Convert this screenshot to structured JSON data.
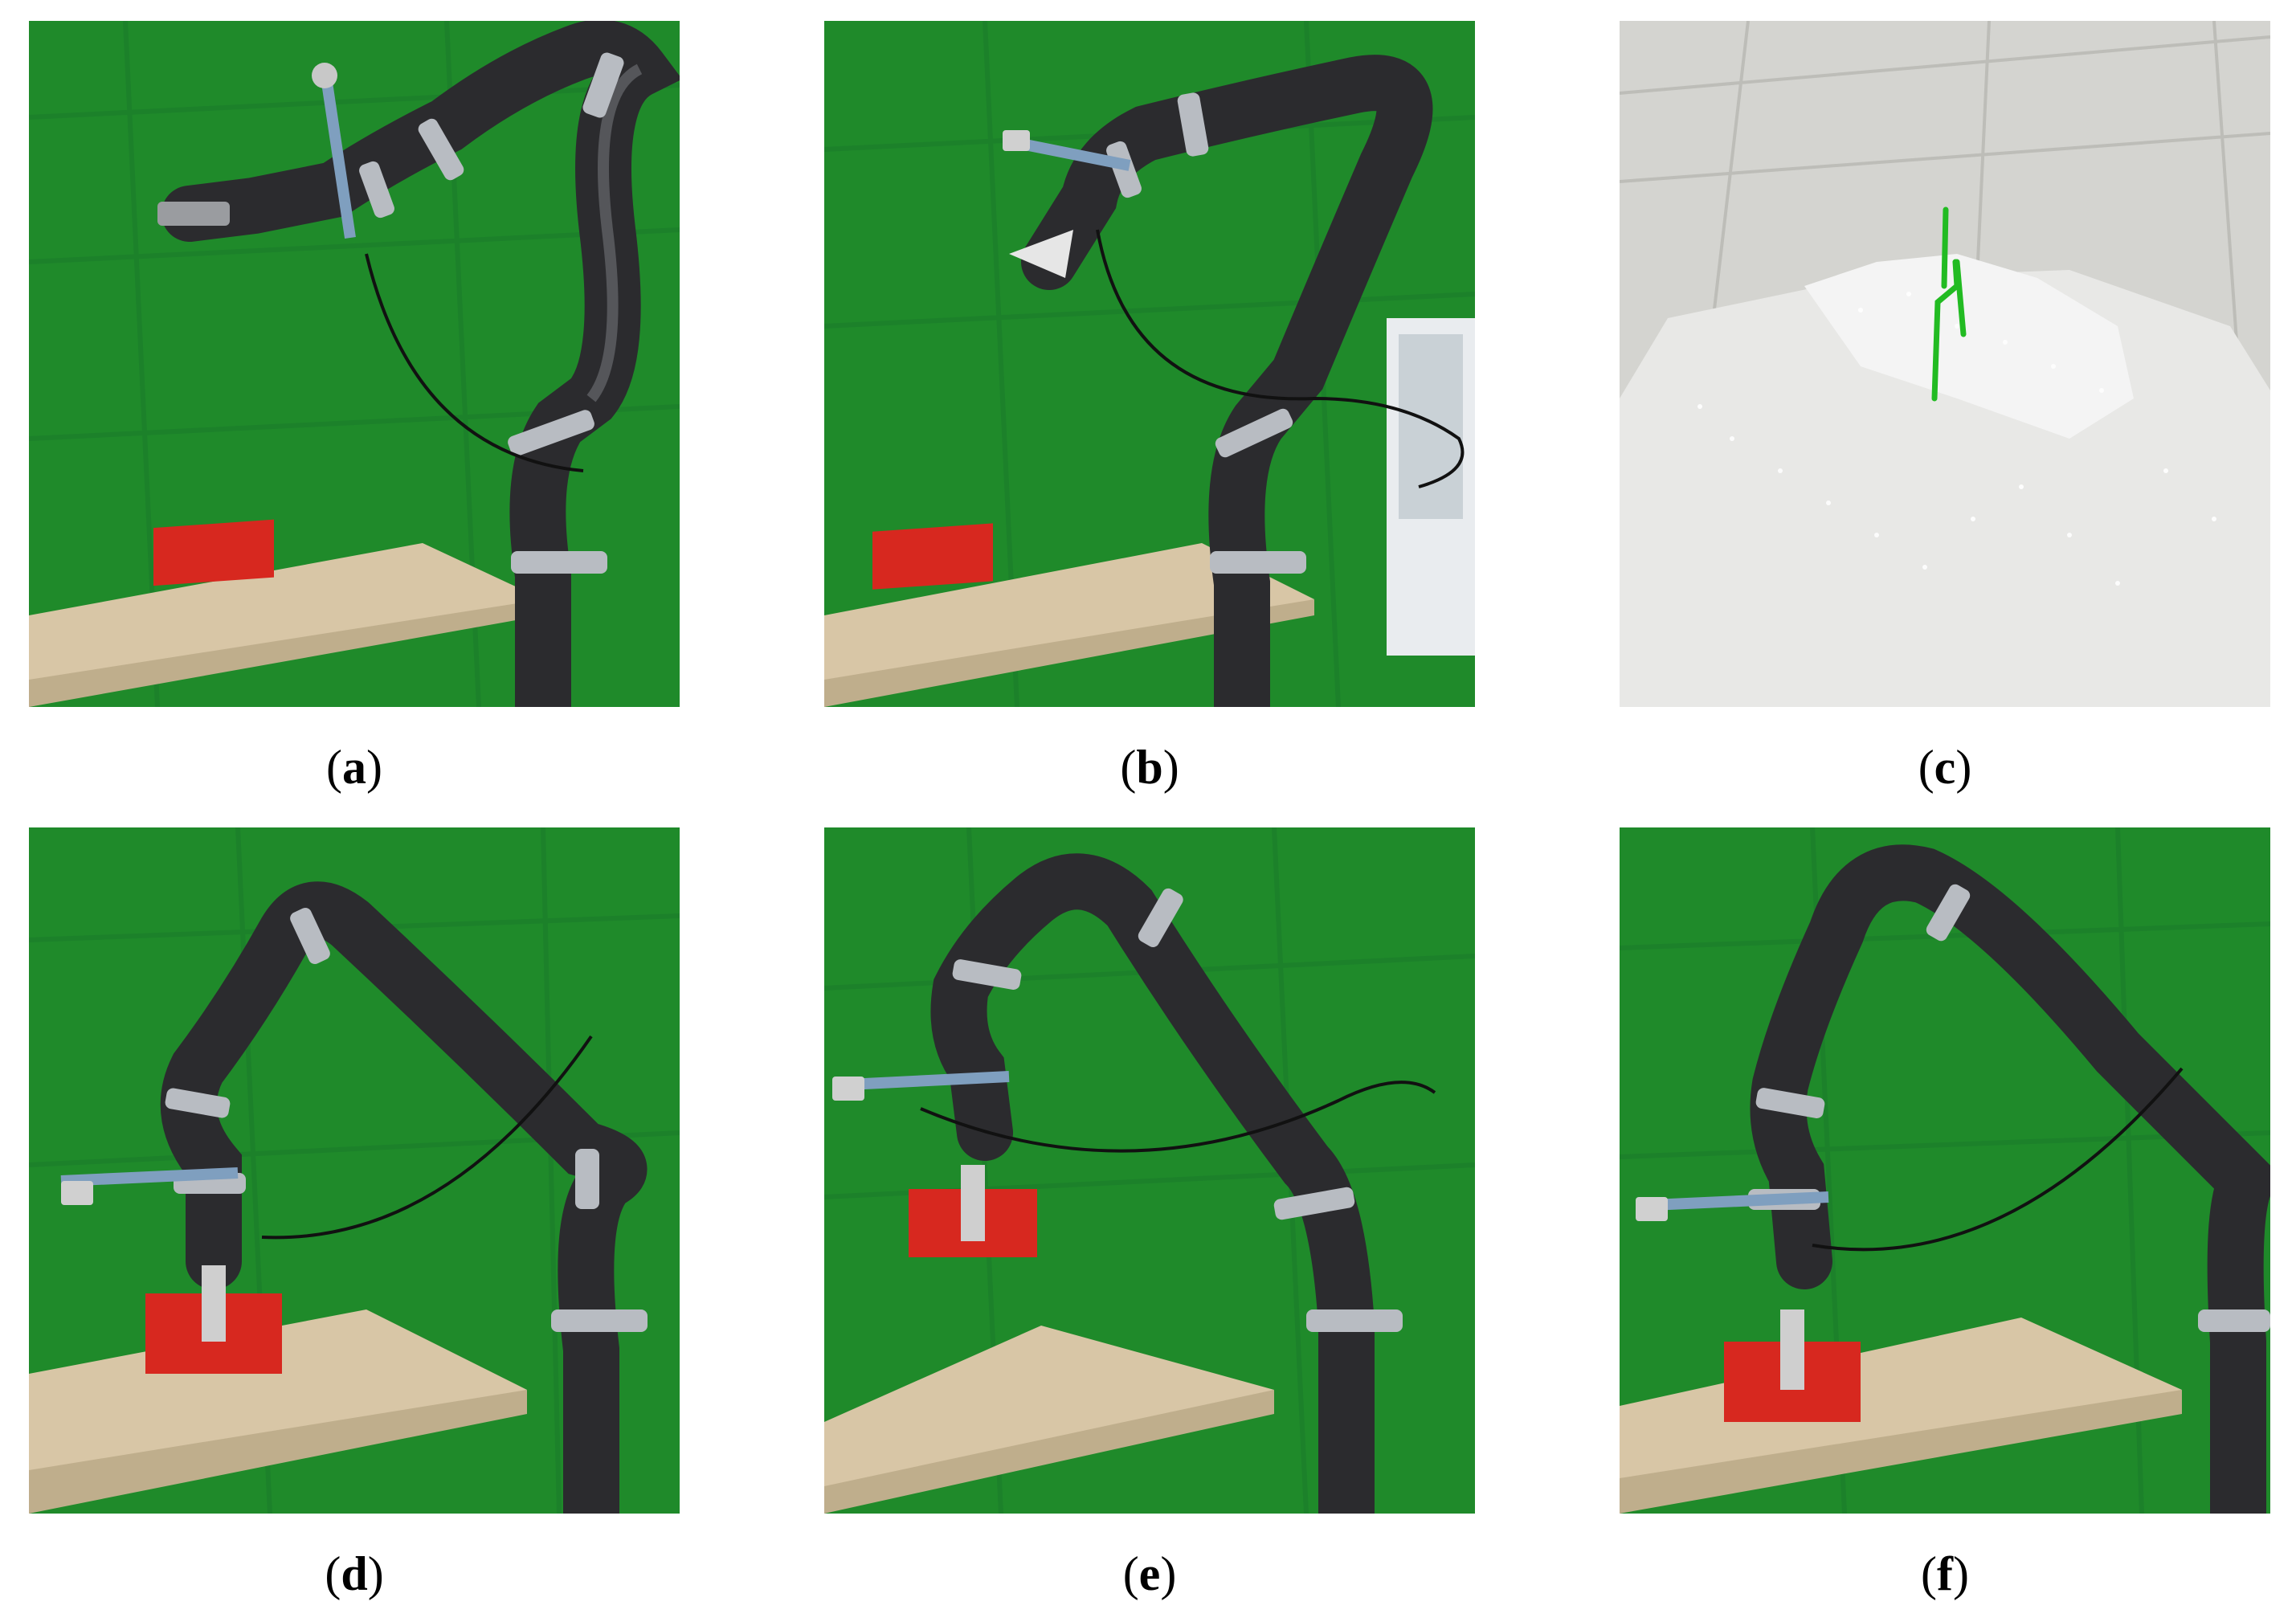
{
  "figure": {
    "panels": [
      {
        "id": "a",
        "caption_open": "(",
        "caption_letter": "a",
        "caption_close": ")",
        "scene": "robot arm extended above table with red block"
      },
      {
        "id": "b",
        "caption_open": "(",
        "caption_letter": "b",
        "caption_close": ")",
        "scene": "robot arm reaching down toward red block"
      },
      {
        "id": "c",
        "caption_open": "(",
        "caption_letter": "c",
        "caption_close": ")",
        "scene": "point cloud with green grasp pose"
      },
      {
        "id": "d",
        "caption_open": "(",
        "caption_letter": "d",
        "caption_close": ")",
        "scene": "gripper grasping red block on table"
      },
      {
        "id": "e",
        "caption_open": "(",
        "caption_letter": "e",
        "caption_close": ")",
        "scene": "arm lifting red block"
      },
      {
        "id": "f",
        "caption_open": "(",
        "caption_letter": "f",
        "caption_close": ")",
        "scene": "arm placing red block on table"
      }
    ]
  },
  "colors": {
    "green_screen": "#1f8a2a",
    "green_screen_dark": "#176b20",
    "arm": "#2b2b2e",
    "arm_highlight": "#55565a",
    "ring": "#b8bcc2",
    "table_top": "#d8c6a6",
    "table_edge": "#bfae8c",
    "block": "#d7281f",
    "strap": "#7f9fbf",
    "floor": "#d4d4d0",
    "cloud": "#f4f4f4",
    "grasp": "#22bb22"
  }
}
